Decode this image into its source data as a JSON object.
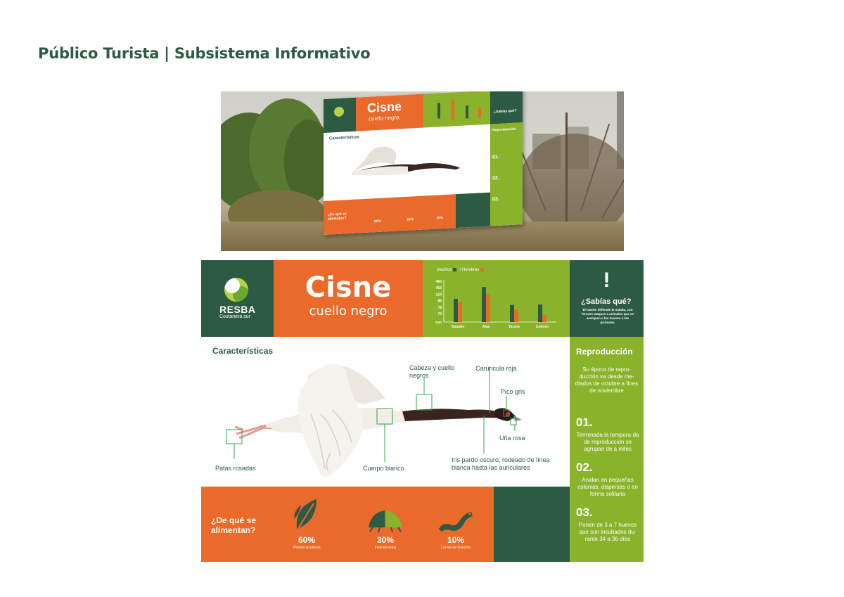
{
  "page": {
    "title": "Público Turista | Subsistema Informativo"
  },
  "colors": {
    "dark_green": "#2d5a43",
    "light_green": "#8ab22a",
    "orange": "#ea6a2b",
    "white": "#ffffff"
  },
  "logo": {
    "name": "RESBA",
    "subtitle": "Costanera sur"
  },
  "title": {
    "main": "Cisne",
    "sub": "cuello negro"
  },
  "chart_data": {
    "type": "bar",
    "legend": [
      "Machos",
      "Hembras"
    ],
    "legend_separator": "/",
    "categories": [
      "Tamaño",
      "Alas",
      "Tarsos",
      "Culmen"
    ],
    "series": [
      {
        "name": "Machos",
        "color": "#2d5a43",
        "values": [
          245,
          370,
          180,
          185
        ]
      },
      {
        "name": "Hembras",
        "color": "#ea6a2b",
        "values": [
          210,
          290,
          130,
          75
        ]
      }
    ],
    "yticks": [
      "460",
      "415",
      "124",
      "86",
      "78",
      "73"
    ],
    "ylabel": "mm",
    "ylim": [
      0,
      460
    ]
  },
  "sabias": {
    "icon": "!",
    "title": "¿Sabías qué?",
    "text": "El macho defiende la nidada, con feroces ataques a animales que se acerquen a los huevos o los pichones."
  },
  "caracteristicas": {
    "title": "Características",
    "callouts": {
      "cabeza": "Cabeza y cuello negros",
      "caruncula": "Carúncula roja",
      "pico": "Pico gris",
      "una": "Uña rosa",
      "iris": "Iris pardo oscuro, rodeado de línea blanca hasta las auriculares",
      "cuerpo": "Cuerpo blanco",
      "patas": "Patas rosadas"
    }
  },
  "reproduccion": {
    "title": "Reproducción",
    "intro": "Su época de repro-ducción va desde me-diados de octubre a fines de noviembre",
    "items": [
      {
        "num": "01.",
        "text": "Terminada la tempora-da de reproducción se agrupan de a miles"
      },
      {
        "num": "02.",
        "text": "Anidan en pequeñas colonias, dispersas o en forma solitaria"
      },
      {
        "num": "03.",
        "text": "Ponen de 3 a 7 huevos que son incubados du-rante 34 a 36 días"
      }
    ]
  },
  "alimentacion": {
    "question": "¿De qué se alimentan?",
    "items": [
      {
        "pct": "60%",
        "label": "Plantas acuáticas",
        "icon": "leaf-icon"
      },
      {
        "pct": "30%",
        "label": "Invertebrados",
        "icon": "beetle-icon"
      },
      {
        "pct": "10%",
        "label": "Larvas de insectos",
        "icon": "larva-icon"
      }
    ]
  },
  "mockup": {
    "title": "Cisne",
    "sub": "cuello negro",
    "char_title": "Características",
    "food_q": "¿De qué se alimentan?",
    "repro_title": "Reproducción",
    "sabias": "¿Sabías qué?",
    "pcts": [
      "60%",
      "30%",
      "10%"
    ],
    "nums": [
      "01.",
      "02.",
      "03."
    ]
  }
}
